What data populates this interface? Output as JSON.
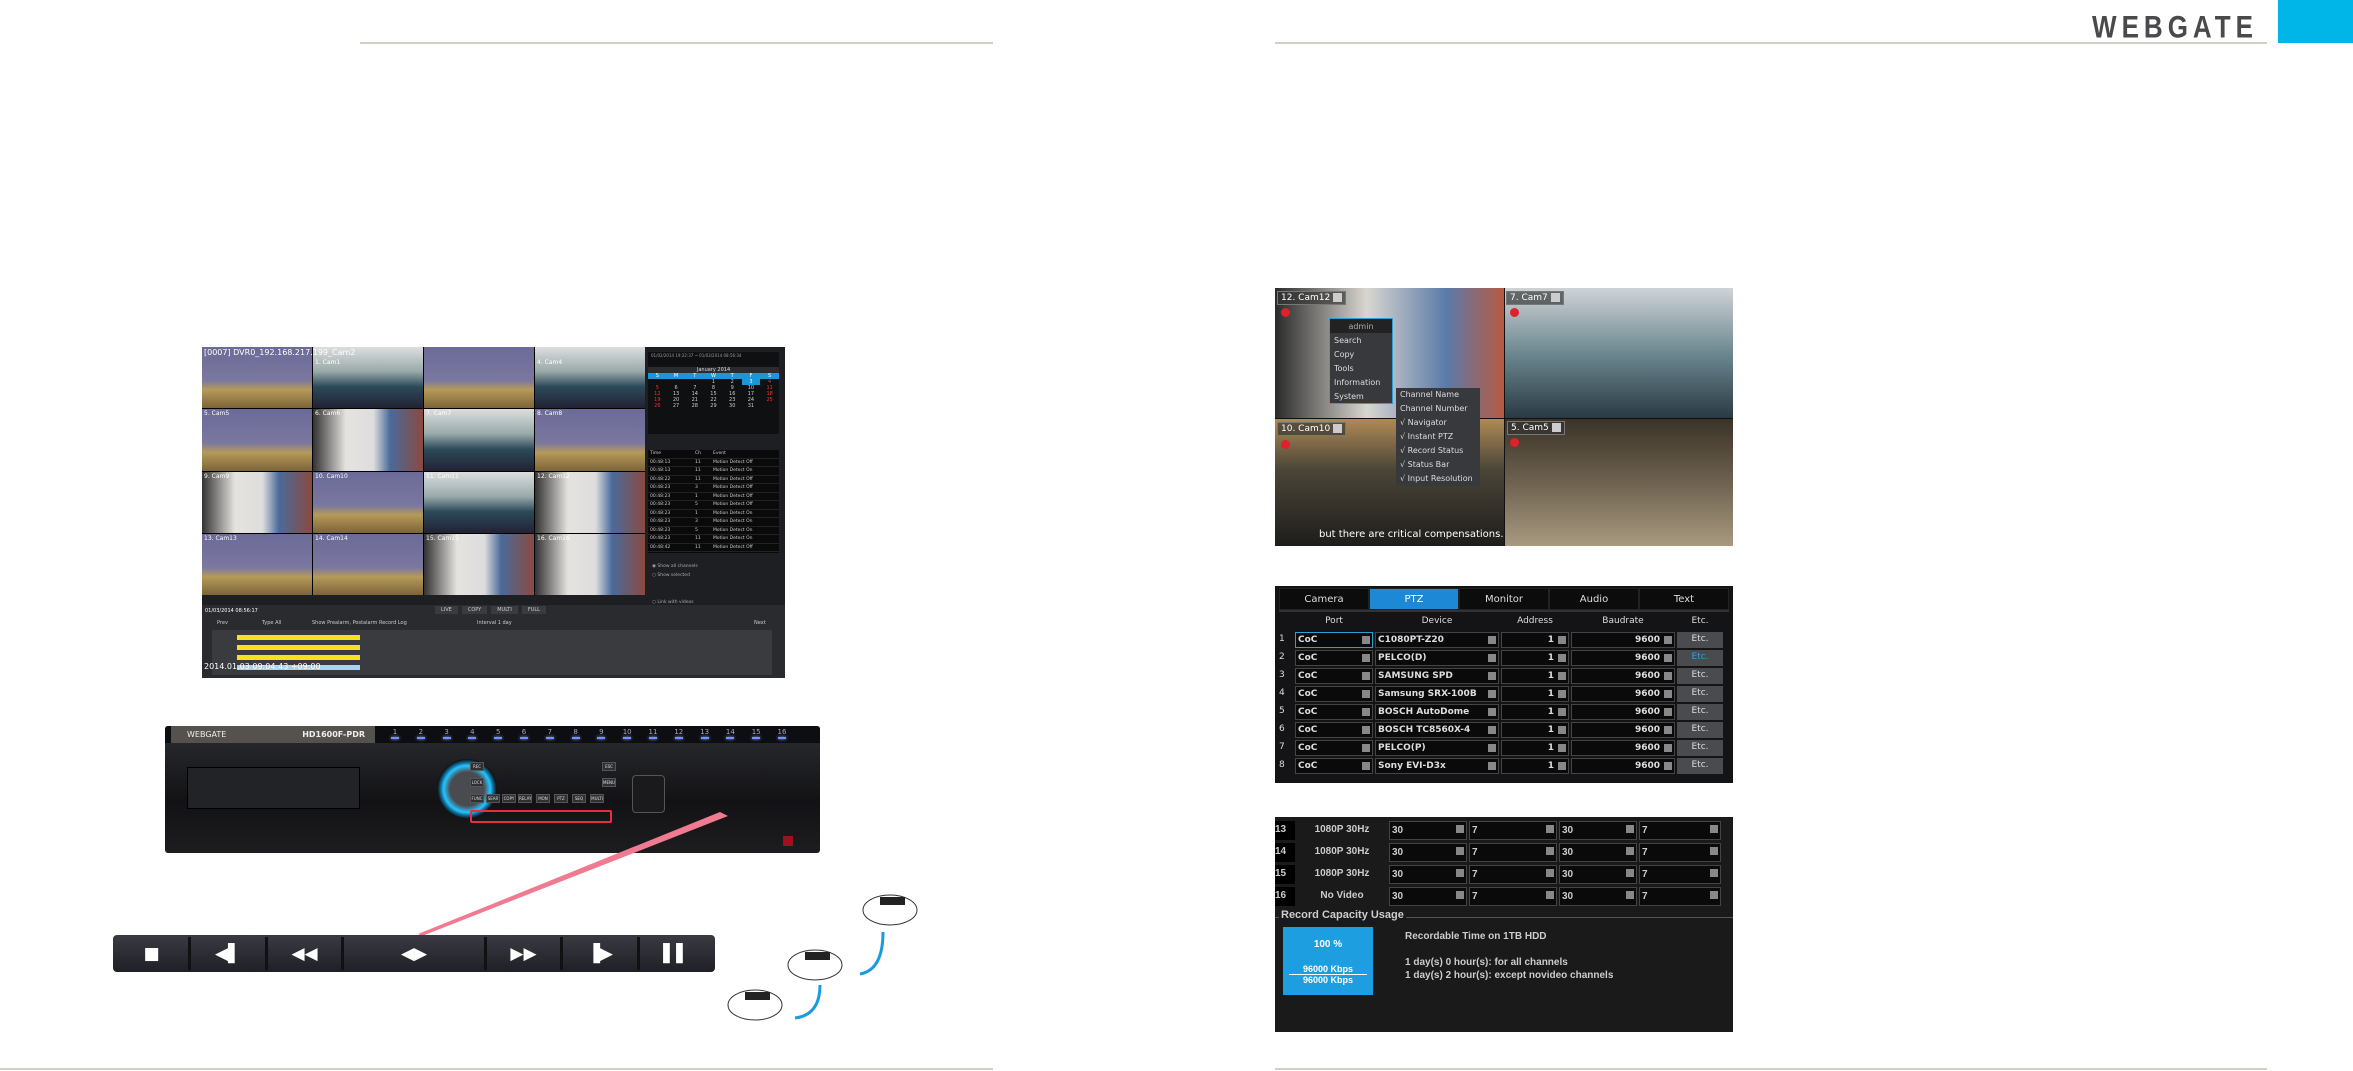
{
  "header": {
    "brand": "WEBGATE",
    "accent": "#00b5e8"
  },
  "dvr_search": {
    "title": "[0007] DVR0_192.168.217.199_Cam2",
    "cams": [
      "",
      "1. Cam1",
      "",
      "4. Cam4",
      "5. Cam5",
      "6. Cam6",
      "7. Cam7",
      "8. Cam8",
      "9. Cam9",
      "10. Cam10",
      "11. Cam11",
      "12. Cam12",
      "13. Cam13",
      "14. Cam14",
      "15. Cam15",
      "16. Cam16"
    ],
    "range": "01/02/2014 19:22:37 ~ 01/03/2014 08:56:34",
    "month": "January 2014",
    "weekdays": [
      "S",
      "M",
      "T",
      "W",
      "T",
      "F",
      "S"
    ],
    "days": [
      "",
      "",
      "",
      "1",
      "2",
      "3",
      "4",
      "5",
      "6",
      "7",
      "8",
      "9",
      "10",
      "11",
      "12",
      "13",
      "14",
      "15",
      "16",
      "17",
      "18",
      "19",
      "20",
      "21",
      "22",
      "23",
      "24",
      "25",
      "26",
      "27",
      "28",
      "29",
      "30",
      "31",
      ""
    ],
    "event_headers": [
      "Time",
      "Ch",
      "Event"
    ],
    "events": [
      [
        "00:48:13",
        "11",
        "Motion Detect Off"
      ],
      [
        "00:48:13",
        "11",
        "Motion Detect On"
      ],
      [
        "00:48:22",
        "11",
        "Motion Detect Off"
      ],
      [
        "00:48:23",
        "3",
        "Motion Detect Off"
      ],
      [
        "00:48:23",
        "1",
        "Motion Detect Off"
      ],
      [
        "00:48:23",
        "5",
        "Motion Detect Off"
      ],
      [
        "00:48:23",
        "1",
        "Motion Detect On"
      ],
      [
        "00:48:23",
        "3",
        "Motion Detect On"
      ],
      [
        "00:48:23",
        "5",
        "Motion Detect On"
      ],
      [
        "00:48:23",
        "11",
        "Motion Detect On"
      ],
      [
        "00:48:42",
        "11",
        "Motion Detect Off"
      ]
    ],
    "show_all": "Show all channels",
    "show_selected": "Show selected",
    "link": "Link with videos",
    "datetime": "01/03/2014 08:56:17",
    "buttons": [
      "LIVE",
      "COPY",
      "MULTI",
      "FULL"
    ],
    "prev": "Prev",
    "next": "Next",
    "type": "Type All",
    "log": "Show Prealarm, Postalarm Record Log",
    "interval": "Interval 1 day",
    "timestamp": "2014.01.03 09:04:43 +09:00"
  },
  "panel": {
    "brand": "WEBGATE",
    "model": "HD1600F-PDR",
    "leds": [
      "1",
      "2",
      "3",
      "4",
      "5",
      "6",
      "7",
      "8",
      "9",
      "10",
      "11",
      "12",
      "13",
      "14",
      "15",
      "16"
    ],
    "buttons": [
      "REC",
      "LOCK",
      "ESC",
      "MENU",
      "FUNC",
      "SEAR",
      "COPY",
      "RELAY",
      "MON",
      "PTZ",
      "SEQ",
      "MULTI"
    ]
  },
  "playback_keys": [
    "■",
    "◀▌",
    "◀◀",
    "◀▶",
    "▶▶",
    "▐▶",
    "▌▌"
  ],
  "live": {
    "cams": [
      "12. Cam12",
      "7. Cam7",
      "10. Cam10",
      "5. Cam5"
    ],
    "menu_title": "admin",
    "menu": [
      "Search",
      "Copy",
      "Tools",
      "Information",
      "System"
    ],
    "submenu": [
      "  Channel Name",
      "  Channel Number",
      "√ Navigator",
      "√ Instant PTZ",
      "√ Record Status",
      "√ Status Bar",
      "√ Input Resolution"
    ],
    "subtitle": "but there are critical compensations."
  },
  "ptz": {
    "tabs": [
      "Camera",
      "PTZ",
      "Monitor",
      "Audio",
      "Text"
    ],
    "active_tab": "PTZ",
    "headers": [
      "",
      "Port",
      "Device",
      "Address",
      "Baudrate",
      "Etc."
    ],
    "rows": [
      [
        "1",
        "CoC",
        "C1080PT-Z20",
        "1",
        "9600",
        "Etc."
      ],
      [
        "2",
        "CoC",
        "PELCO(D)",
        "1",
        "9600",
        "Etc."
      ],
      [
        "3",
        "CoC",
        "SAMSUNG SPD",
        "1",
        "9600",
        "Etc."
      ],
      [
        "4",
        "CoC",
        "Samsung SRX-100B",
        "1",
        "9600",
        "Etc."
      ],
      [
        "5",
        "CoC",
        "BOSCH AutoDome",
        "1",
        "9600",
        "Etc."
      ],
      [
        "6",
        "CoC",
        "BOSCH TC8560X-4",
        "1",
        "9600",
        "Etc."
      ],
      [
        "7",
        "CoC",
        "PELCO(P)",
        "1",
        "9600",
        "Etc."
      ],
      [
        "8",
        "CoC",
        "Sony EVI-D3x",
        "1",
        "9600",
        "Etc."
      ]
    ]
  },
  "record": {
    "rows": [
      [
        "13",
        "1080P 30Hz",
        "30",
        "7",
        "30",
        "7"
      ],
      [
        "14",
        "1080P 30Hz",
        "30",
        "7",
        "30",
        "7"
      ],
      [
        "15",
        "1080P 30Hz",
        "30",
        "7",
        "30",
        "7"
      ],
      [
        "16",
        "No Video",
        "30",
        "7",
        "30",
        "7"
      ]
    ],
    "section": "Record Capacity Usage",
    "percent": "100 %",
    "used": "96000 Kbps",
    "total": "96000 Kbps",
    "hdd": "Recordable Time on 1TB HDD",
    "all": "1 day(s)  0 hour(s):  for all channels",
    "except": "1 day(s)  2 hour(s):  except novideo channels"
  }
}
